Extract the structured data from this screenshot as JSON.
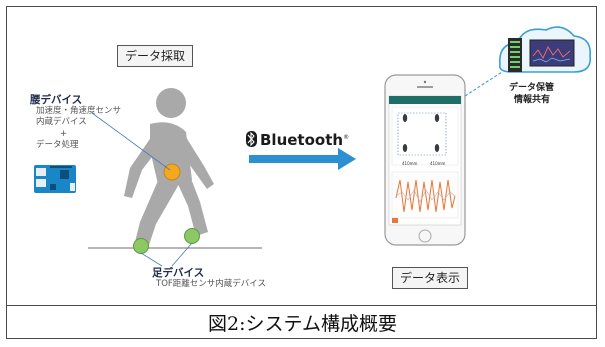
{
  "labels": {
    "data_collection": "データ採取",
    "waist_device_title": "腰デバイス",
    "waist_device_line1": "加速度・角速度センサ",
    "waist_device_line2": "内蔵デバイス",
    "plus": "+",
    "waist_device_line3": "データ処理",
    "bluetooth": "Bluetooth",
    "foot_device_title": "足デバイス",
    "foot_device_desc": "TOF距離センサ内蔵デバイス",
    "data_display": "データ表示",
    "storage_line1": "データ保管",
    "storage_line2": "情報共有",
    "caption": "図2:システム構成概要"
  },
  "phone": {
    "distance_left": "410mm",
    "distance_right": "410mm"
  },
  "colors": {
    "figure": "#a9a9a9",
    "waist_sensor": "#f2a91e",
    "foot_sensor": "#8cc864",
    "arrow": "#2b8fd0",
    "board": "#1a86c8",
    "cloud": "#3a9fd6",
    "wave_orange": "#e8763a"
  }
}
